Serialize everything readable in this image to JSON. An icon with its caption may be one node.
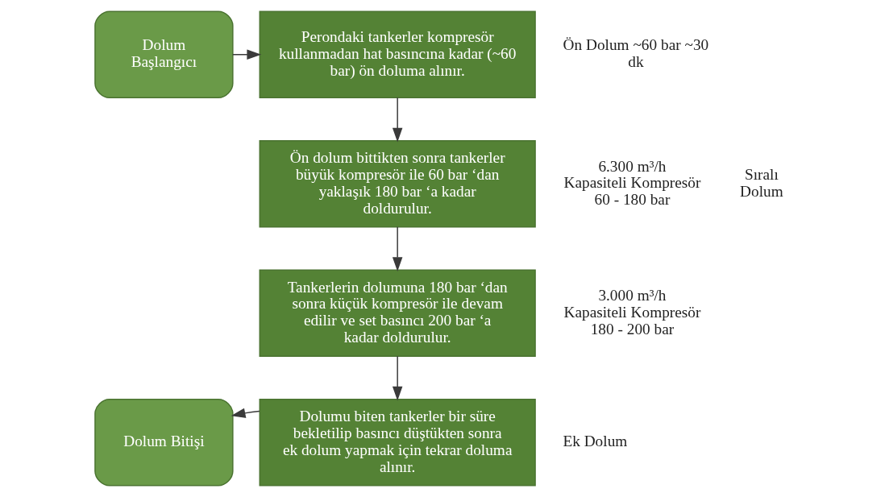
{
  "diagram": {
    "nodes": [
      {
        "text": [
          "Dolum Başlangıcı"
        ]
      },
      {
        "text": [
          "Perondaki tankerler kompresör kullanmadan hat basıncına kadar (~60 bar) ön doluma alınır."
        ],
        "beside": [
          "Ön Dolum ~60 bar ~30 dk"
        ]
      },
      {
        "text": [
          "Ön dolum bittikten sonra tankerler büyük kompresör ile 60 bar ‘dan yaklaşık 180 bar ‘a kadar doldurulur."
        ],
        "beside": [
          "6.300 m³/h Kapasiteli Kompresör 60 - 180 bar"
        ]
      },
      {
        "text": [
          "Tankerlerin dolumuna 180 bar ‘dan sonra küçük kompresör ile devam edilir ve set basıncı 200 bar ‘a kadar doldurulur."
        ],
        "beside": [
          "3.000 m³/h Kapasiteli Kompresör 180 - 200 bar"
        ]
      },
      {
        "text": [
          "Dolumu biten tankerler bir süre bekletilip basıncı düştükten sonra ek dolum yapmak için tekrar doluma alınır."
        ],
        "beside": [
          "Ek Dolum"
        ]
      },
      {
        "text": [
          "Dolum Bitişi"
        ]
      }
    ],
    "edges": [
      {
        "from": 0,
        "to": 1,
        "arrow": "to"
      },
      {
        "from": 1,
        "to": 2,
        "arrow": "to"
      },
      {
        "from": 2,
        "to": 3,
        "arrow": "to"
      },
      {
        "from": 3,
        "to": 4,
        "arrow": "to"
      },
      {
        "from": 4,
        "to": 5,
        "arrow": "to"
      }
    ],
    "labels": [
      "Sıralı Dolum"
    ]
  }
}
